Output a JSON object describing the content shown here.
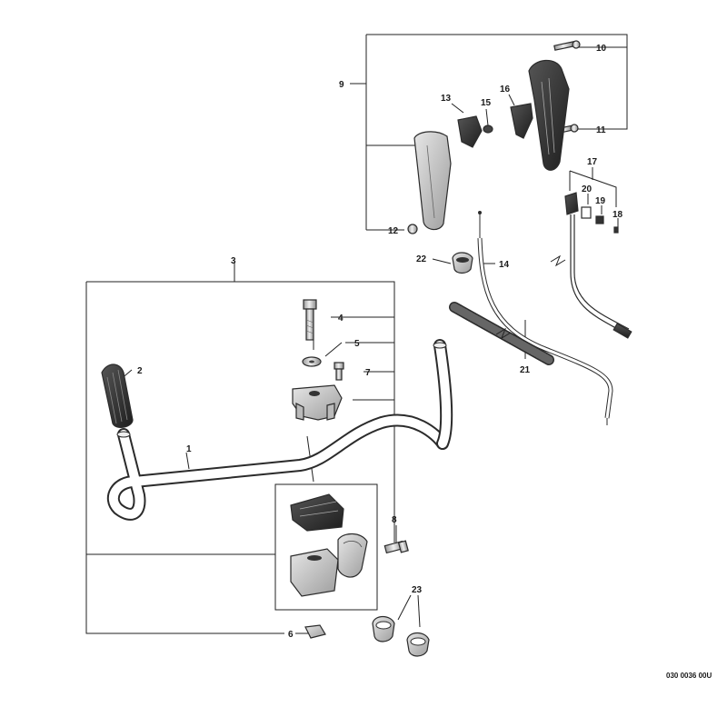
{
  "diagram_code": "030 0036 00U",
  "callouts": [
    "1",
    "2",
    "3",
    "4",
    "5",
    "6",
    "7",
    "8",
    "9",
    "10",
    "11",
    "12",
    "13",
    "14",
    "15",
    "16",
    "17",
    "18",
    "19",
    "20",
    "21",
    "22",
    "23"
  ]
}
